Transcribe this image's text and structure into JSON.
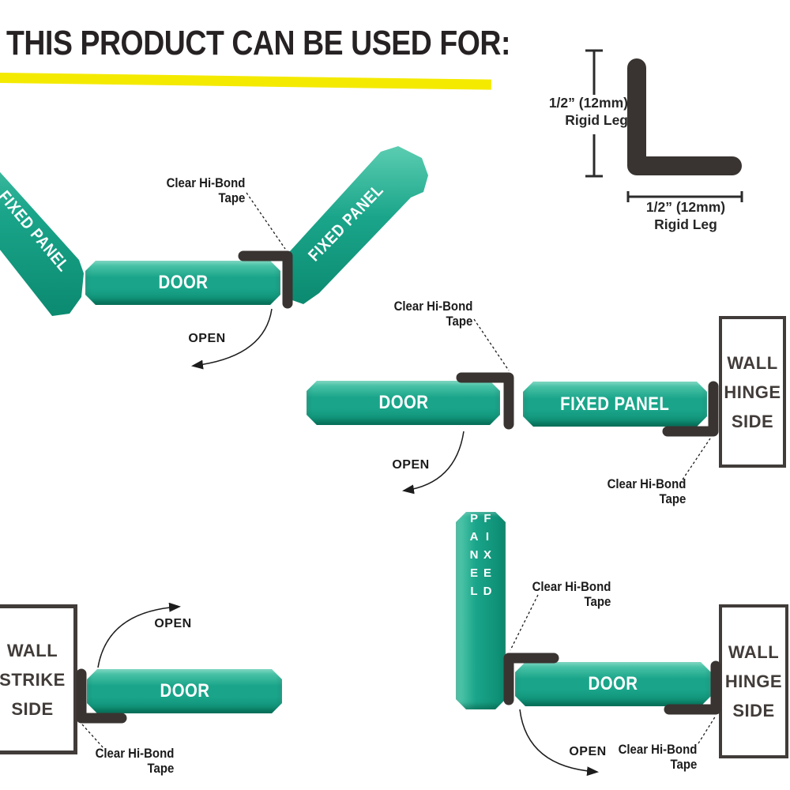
{
  "title": "THIS PRODUCT CAN BE USED FOR:",
  "profile_spec": {
    "vertical_leg": {
      "dim": "1/2” (12mm)",
      "name": "Rigid Leg"
    },
    "horizontal_leg": {
      "dim": "1/2” (12mm)",
      "name": "Rigid Leg"
    }
  },
  "shared": {
    "tape": {
      "line1": "Clear Hi-Bond",
      "line2": "Tape"
    },
    "open": "OPEN",
    "door": "DOOR",
    "fixed_panel": "FIXED PANEL"
  },
  "walls": {
    "hinge": {
      "line1": "WALL",
      "line2": "HINGE",
      "line3": "SIDE"
    },
    "strike": {
      "line1": "WALL",
      "line2": "STRIKE",
      "line3": "SIDE"
    }
  },
  "colors": {
    "panel-light": "#5bcdb1",
    "panel-mid": "#1aa58a",
    "panel-dark": "#0b8a70",
    "profile": "#393431",
    "ink": "#262223",
    "wall-ink": "#413c39",
    "line": "#1c1c1c",
    "highlight": "#f4ea00"
  }
}
